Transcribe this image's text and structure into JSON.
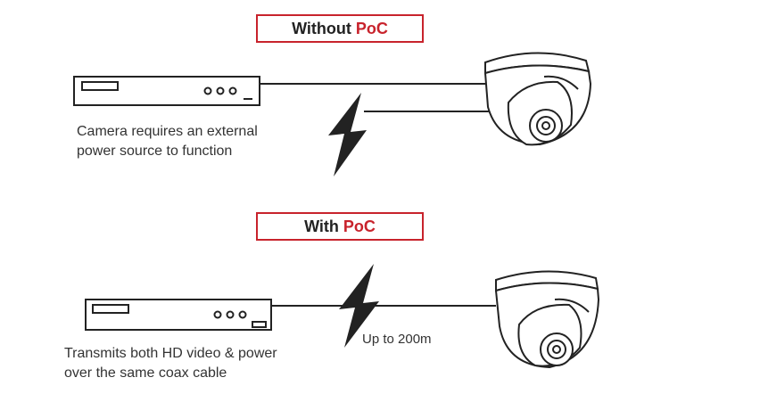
{
  "sections": [
    {
      "title_prefix": "Without",
      "title_accent": "PoC",
      "caption_line1": "Camera requires an external",
      "caption_line2": "power source to function"
    },
    {
      "title_prefix": "With",
      "title_accent": "PoC",
      "caption_line1": "Transmits both HD video & power",
      "caption_line2": "over the same coax cable",
      "distance_label": "Up to 200m"
    }
  ],
  "colors": {
    "accent": "#c8232c",
    "stroke": "#222222"
  },
  "icons": [
    "dvr-recorder-icon",
    "dome-camera-icon",
    "lightning-bolt-icon"
  ]
}
